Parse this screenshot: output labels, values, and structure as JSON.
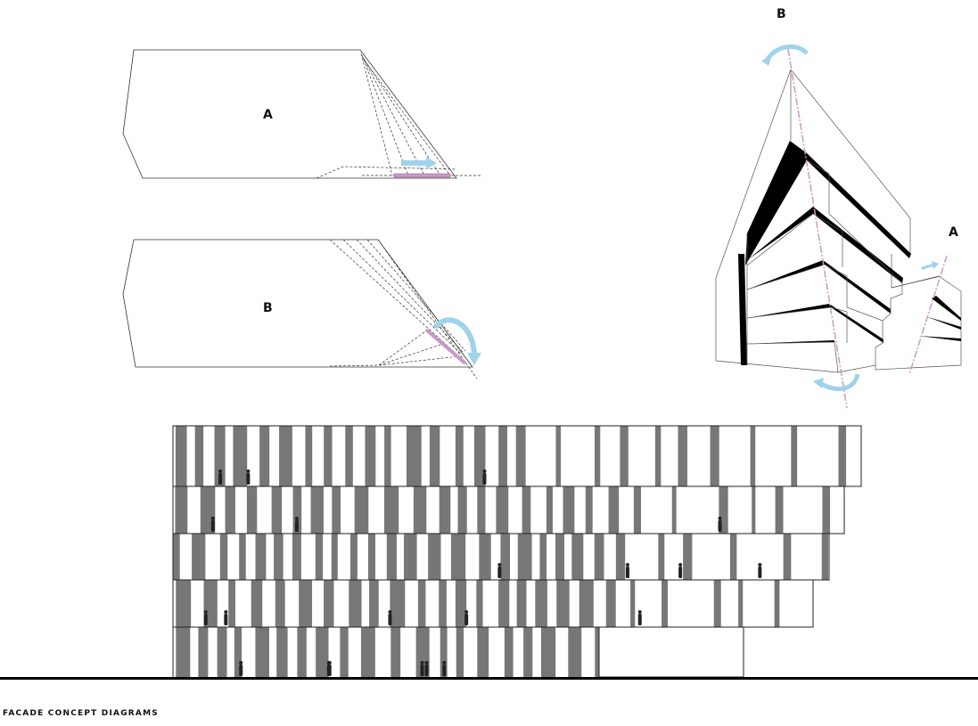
{
  "diagram_a": {
    "label": "A"
  },
  "diagram_b": {
    "label": "B"
  },
  "perspective": {
    "label_b": "B",
    "label_a": "A"
  },
  "caption": "FACADE CONCEPT DIAGRAMS",
  "colors": {
    "arrow": "#9fd3ea",
    "axis": "#c99ac7",
    "stripe": "#777777",
    "line": "#222222"
  }
}
